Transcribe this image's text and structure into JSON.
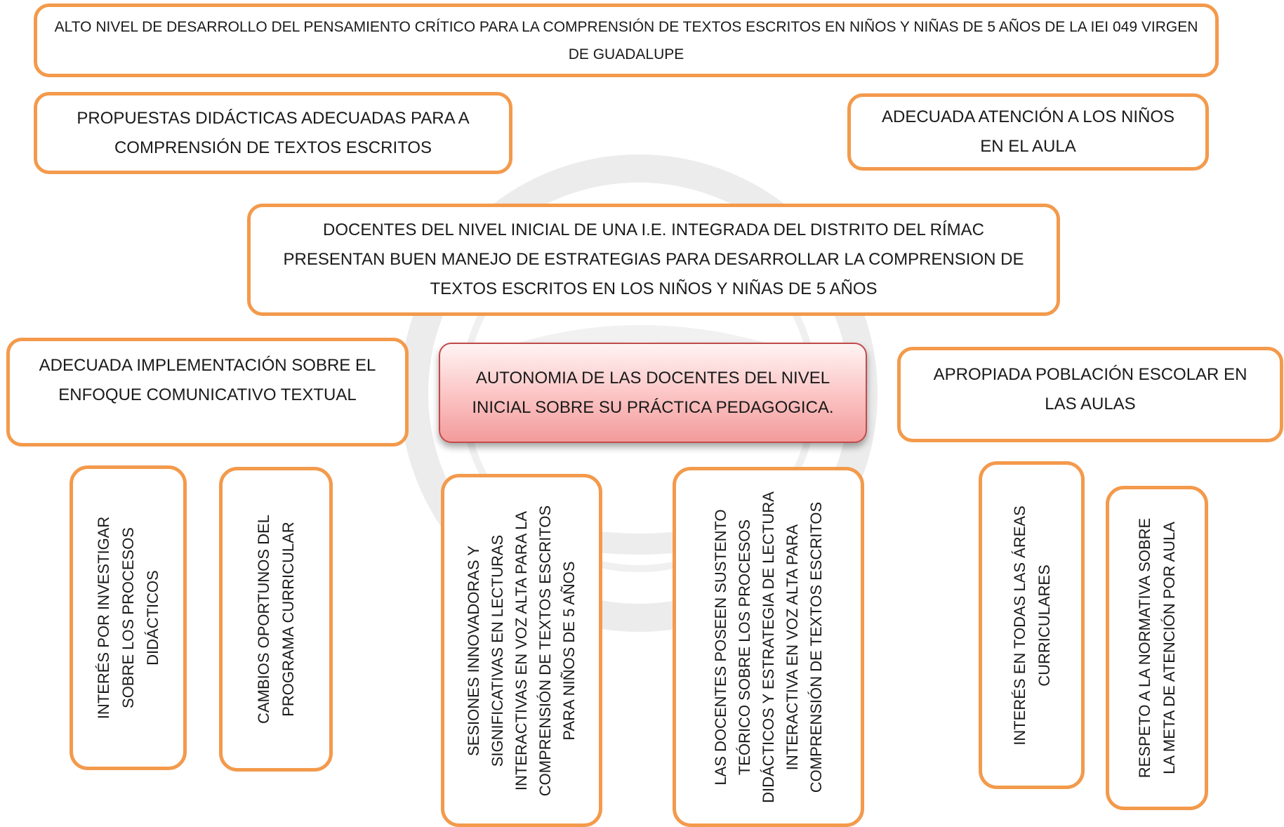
{
  "boxes": {
    "top": "ALTO NIVEL  DE DESARROLLO DEL PENSAMIENTO CRÍTICO PARA  LA COMPRENSIÓN DE TEXTOS ESCRITOS EN NIÑOS Y NIÑAS DE 5 AÑOS DE LA IEI 049 VIRGEN DE GUADALUPE",
    "propuestas": "PROPUESTAS DIDÁCTICAS ADECUADAS PARA A COMPRENSIÓN DE TEXTOS ESCRITOS",
    "atencion": "ADECUADA ATENCIÓN A LOS NIÑOS EN EL AULA",
    "docentes": "DOCENTES DEL NIVEL INICIAL DE UNA I.E. INTEGRADA DEL DISTRITO DEL RÍMAC PRESENTAN BUEN MANEJO DE ESTRATEGIAS PARA DESARROLLAR LA COMPRENSION DE TEXTOS ESCRITOS EN LOS NIÑOS Y NIÑAS DE 5  AÑOS",
    "implementacion": "ADECUADA IMPLEMENTACIÓN SOBRE EL ENFOQUE COMUNICATIVO TEXTUAL",
    "autonomia": "AUTONOMIA DE LAS DOCENTES DEL NIVEL INICIAL  SOBRE SU PRÁCTICA PEDAGOGICA.",
    "poblacion": "APROPIADA POBLACIÓN ESCOLAR EN LAS AULAS"
  },
  "vertical": {
    "interes_investigar": [
      "INTERÉS POR INVESTIGAR",
      "SOBRE LOS PROCESOS",
      "DIDÁCTICOS"
    ],
    "cambios": [
      "CAMBIOS OPORTUNOS  DEL",
      "PROGRAMA CURRICULAR"
    ],
    "sesiones": [
      "SESIONES INNOVADORAS Y",
      "SIGNIFICATIVAS EN LECTURAS",
      "INTERACTIVAS EN VOZ ALTA PARA LA",
      "COMPRENSIÓN DE TEXTOS ESCRITOS",
      "PARA NIÑOS DE 5 AÑOS"
    ],
    "sustento": [
      "LAS   DOCENTES POSEEN SUSTENTO",
      "TEÓRICO  SOBRE LOS PROCESOS",
      "DIDÁCTICOS Y ESTRATEGIA DE LECTURA",
      "INTERACTIVA EN VOZ ALTA  PARA",
      "COMPRENSIÓN DE TEXTOS ESCRITOS"
    ],
    "interes_areas": [
      "INTERÉS EN TODAS LAS ÁREAS",
      "CURRICULARES"
    ],
    "respeto": [
      "RESPETO A LA NORMATIVA SOBRE",
      "LA META DE ATENCIÓN POR AULA"
    ]
  },
  "colors": {
    "border": "#f39a4c",
    "center_fill": "#fbc2c2",
    "center_border": "#c24a4a",
    "watermark": "#d6d6d6"
  }
}
